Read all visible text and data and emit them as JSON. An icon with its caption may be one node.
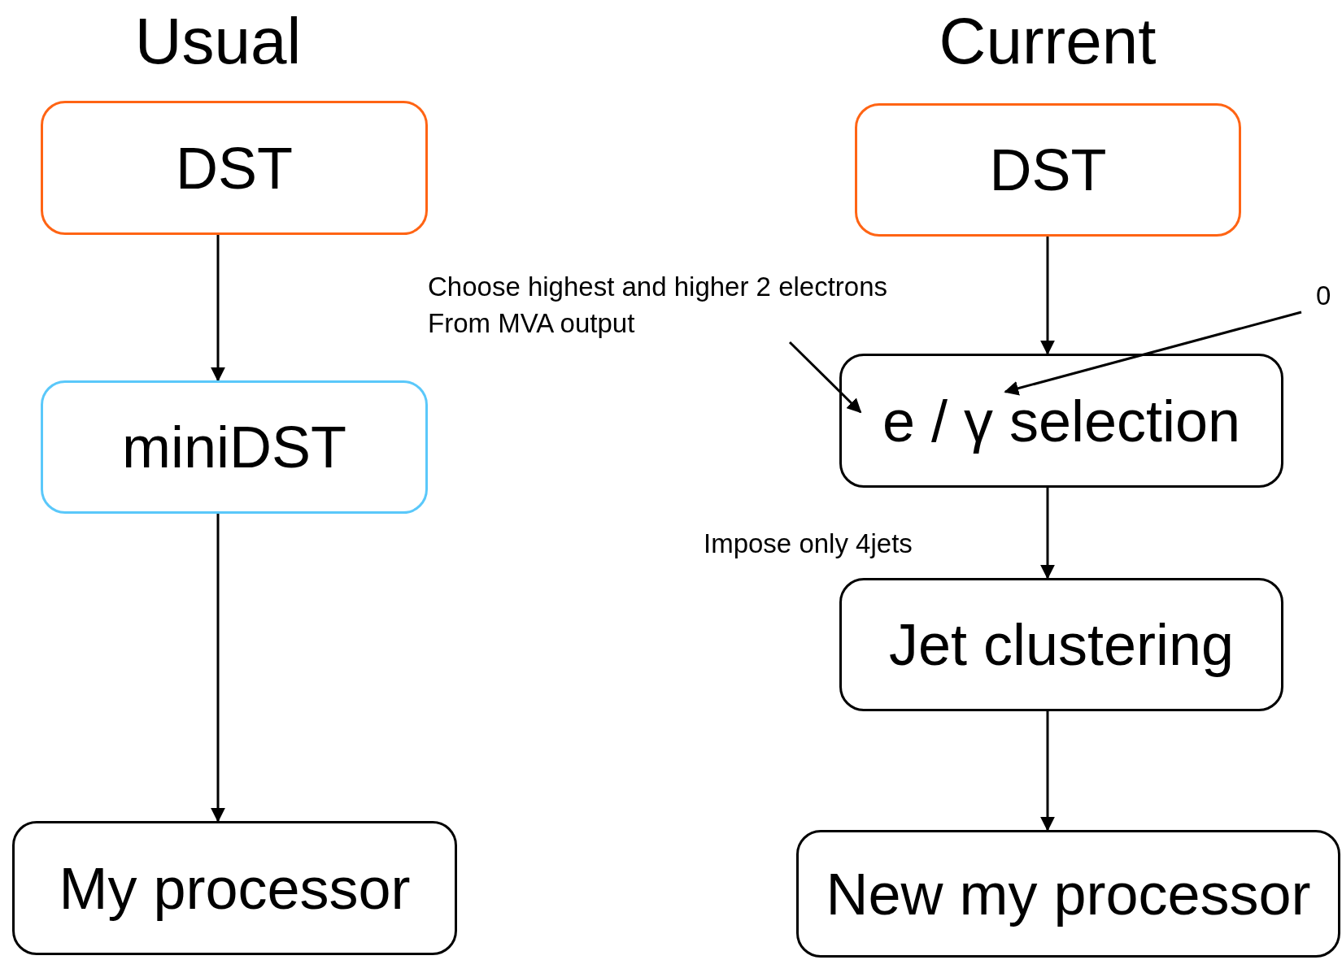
{
  "diagram": {
    "nodes": [
      {
        "text": [
          "DST"
        ]
      },
      {
        "text": [
          "DST"
        ]
      },
      {
        "text": [
          "Choose highest and higher 2 electrons From MVA output"
        ]
      },
      {
        "text": [
          "0"
        ]
      },
      {
        "text": [
          "miniDST"
        ]
      },
      {
        "text": [
          "e / γ selection"
        ]
      },
      {
        "text": [
          "Jet clustering"
        ]
      },
      {
        "text": [
          "My processor"
        ]
      },
      {
        "text": [
          "New my processor"
        ]
      }
    ],
    "edges": [
      {
        "from": 0,
        "to": 4,
        "arrow": "to"
      },
      {
        "from": 4,
        "to": 7,
        "arrow": "to"
      },
      {
        "from": 1,
        "to": 5,
        "arrow": "to"
      },
      {
        "from": 2,
        "to": 5,
        "arrow": "to"
      },
      {
        "from": 3,
        "to": 5,
        "arrow": "to"
      },
      {
        "from": 5,
        "to": 6,
        "arrow": "to"
      },
      {
        "from": 6,
        "to": 8,
        "arrow": "to"
      }
    ],
    "labels": [
      "Usual",
      "Current",
      "Impose only 4jets"
    ]
  }
}
